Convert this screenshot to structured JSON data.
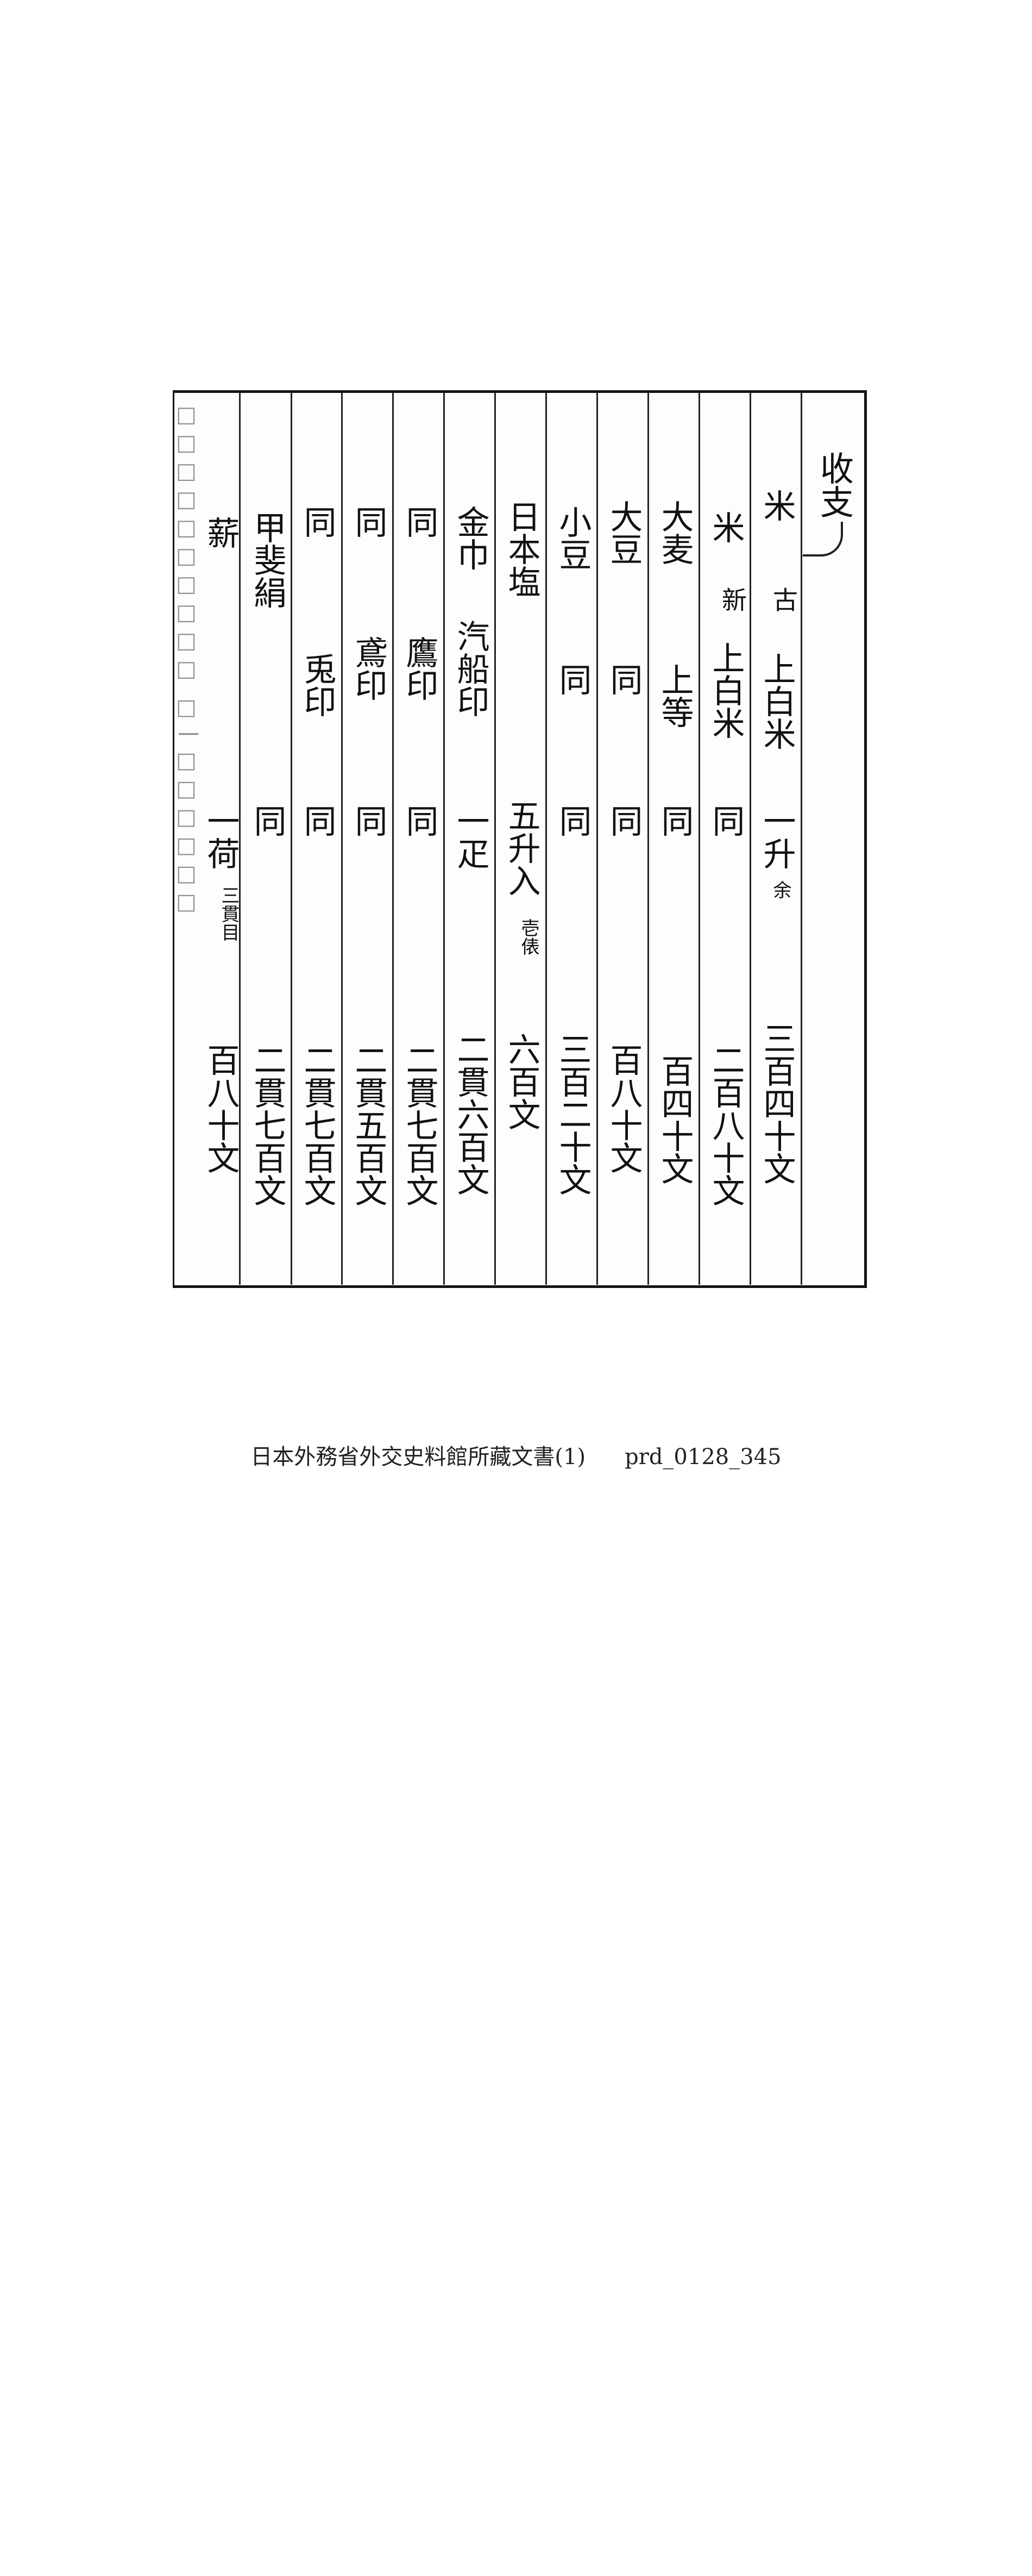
{
  "margin_label": "□□□□□□□□□□ □一□□□□□□",
  "heading": "收支",
  "rows": [
    {
      "item": "米",
      "sub": "古",
      "grade": "上白米",
      "qty": "一升",
      "price": "三百四十文"
    },
    {
      "item": "米",
      "sub": "新",
      "grade": "上白米",
      "qty": "同",
      "price": "二百八十文"
    },
    {
      "item": "大麦",
      "sub": "",
      "grade": "上等",
      "qty": "同",
      "price": "百四十文"
    },
    {
      "item": "大豆",
      "sub": "",
      "grade": "同",
      "qty": "同",
      "price": "百八十文"
    },
    {
      "item": "小豆",
      "sub": "",
      "grade": "同",
      "qty": "同",
      "price": "三百二十文"
    },
    {
      "item": "日本塩",
      "sub": "",
      "grade": "",
      "qty": "五升入",
      "price": "六百文"
    },
    {
      "item": "金巾",
      "sub": "",
      "grade": "汽船印",
      "qty": "一疋",
      "price": "二貫六百文"
    },
    {
      "item": "同",
      "sub": "",
      "grade": "鷹印",
      "qty": "同",
      "price": "二貫七百文"
    },
    {
      "item": "同",
      "sub": "",
      "grade": "鳶印",
      "qty": "同",
      "price": "二貫五百文"
    },
    {
      "item": "同",
      "sub": "",
      "grade": "兎印",
      "qty": "同",
      "price": "二貫七百文"
    },
    {
      "item": "甲斐絹",
      "sub": "",
      "grade": "",
      "qty": "同",
      "price": "二貫七百文"
    },
    {
      "item": "薪",
      "sub": "",
      "grade": "",
      "qty": "一荷",
      "price": "百八十文"
    }
  ],
  "notes": {
    "rice_old": "余",
    "salt": "壱俵",
    "firewood": "三貫目"
  },
  "footer": {
    "source": "日本外務省外交史料館所藏文書(1)",
    "id": "prd_0128_345"
  }
}
